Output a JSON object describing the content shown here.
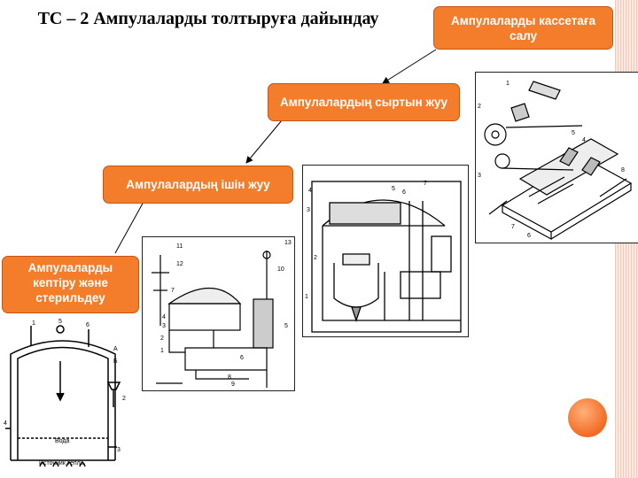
{
  "slide": {
    "title": "ТС – 2 Ампулаларды толтыруға дайындау",
    "steps": [
      {
        "label": "Ампулаларды кассетаға салу"
      },
      {
        "label": "Ампулалардың сыртын жуу"
      },
      {
        "label": "Ампулалардың ішін жуу"
      },
      {
        "label": "Ампулаларды кептіру және стерильдеу"
      }
    ],
    "figures": {
      "cassette_machine_numbers": [
        "1",
        "2",
        "3",
        "4",
        "5",
        "6",
        "7",
        "8"
      ],
      "outer_washer_numbers": [
        "1",
        "2",
        "3",
        "4",
        "5",
        "6",
        "7"
      ],
      "inner_washer_numbers": [
        "1",
        "2",
        "3",
        "4",
        "5",
        "6",
        "7",
        "8",
        "9",
        "10",
        "11",
        "12",
        "13"
      ],
      "sterilizer_numbers": [
        "1",
        "2",
        "3",
        "4",
        "5",
        "6"
      ],
      "sterilizer_letters": [
        "А",
        "Б"
      ],
      "sterilizer_water_label": "Вода",
      "sterilizer_heat_label": "Источник тепла"
    }
  },
  "colors": {
    "accent": "#f47d2b",
    "box_text": "#ffffff"
  }
}
